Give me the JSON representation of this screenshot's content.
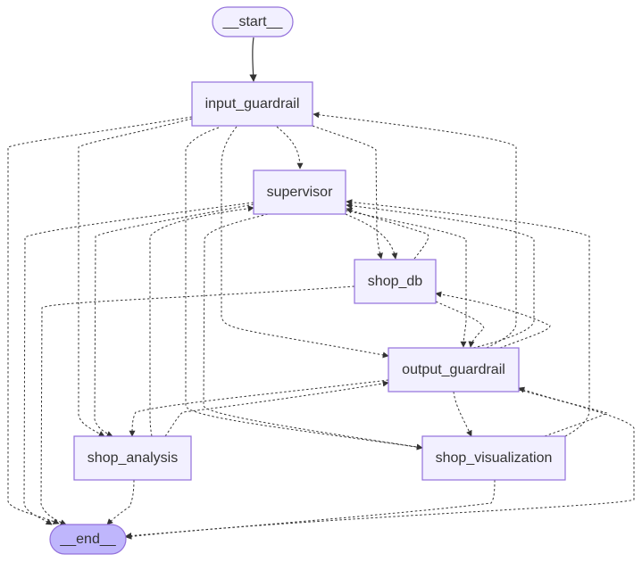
{
  "graph": {
    "nodes": [
      {
        "id": "start",
        "label": "__start__",
        "kind": "terminal"
      },
      {
        "id": "input_guardrail",
        "label": "input_guardrail",
        "kind": "step"
      },
      {
        "id": "supervisor",
        "label": "supervisor",
        "kind": "step"
      },
      {
        "id": "shop_db",
        "label": "shop_db",
        "kind": "step"
      },
      {
        "id": "output_guardrail",
        "label": "output_guardrail",
        "kind": "step"
      },
      {
        "id": "shop_analysis",
        "label": "shop_analysis",
        "kind": "step"
      },
      {
        "id": "shop_visualization",
        "label": "shop_visualization",
        "kind": "step"
      },
      {
        "id": "end",
        "label": "__end__",
        "kind": "terminal"
      }
    ],
    "edges": [
      {
        "from": "start",
        "to": "input_guardrail",
        "style": "solid"
      },
      {
        "from": "input_guardrail",
        "to": "supervisor",
        "style": "dashed"
      },
      {
        "from": "input_guardrail",
        "to": "shop_db",
        "style": "dashed"
      },
      {
        "from": "input_guardrail",
        "to": "output_guardrail",
        "style": "dashed"
      },
      {
        "from": "input_guardrail",
        "to": "shop_analysis",
        "style": "dashed"
      },
      {
        "from": "input_guardrail",
        "to": "shop_visualization",
        "style": "dashed"
      },
      {
        "from": "input_guardrail",
        "to": "end",
        "style": "dashed"
      },
      {
        "from": "supervisor",
        "to": "shop_db",
        "style": "dashed"
      },
      {
        "from": "supervisor",
        "to": "shop_analysis",
        "style": "dashed"
      },
      {
        "from": "supervisor",
        "to": "shop_visualization",
        "style": "dashed"
      },
      {
        "from": "supervisor",
        "to": "output_guardrail",
        "style": "dashed"
      },
      {
        "from": "supervisor",
        "to": "end",
        "style": "dashed"
      },
      {
        "from": "shop_db",
        "to": "supervisor",
        "style": "dashed"
      },
      {
        "from": "shop_db",
        "to": "output_guardrail",
        "style": "dashed"
      },
      {
        "from": "shop_db",
        "to": "end",
        "style": "dashed"
      },
      {
        "from": "output_guardrail",
        "to": "input_guardrail",
        "style": "dashed"
      },
      {
        "from": "output_guardrail",
        "to": "supervisor",
        "style": "dashed"
      },
      {
        "from": "output_guardrail",
        "to": "shop_db",
        "style": "dashed"
      },
      {
        "from": "output_guardrail",
        "to": "shop_analysis",
        "style": "dashed"
      },
      {
        "from": "output_guardrail",
        "to": "shop_visualization",
        "style": "dashed"
      },
      {
        "from": "output_guardrail",
        "to": "end",
        "style": "dashed"
      },
      {
        "from": "shop_analysis",
        "to": "supervisor",
        "style": "dashed"
      },
      {
        "from": "shop_analysis",
        "to": "output_guardrail",
        "style": "dashed"
      },
      {
        "from": "shop_analysis",
        "to": "end",
        "style": "dashed"
      },
      {
        "from": "shop_visualization",
        "to": "supervisor",
        "style": "dashed"
      },
      {
        "from": "shop_visualization",
        "to": "output_guardrail",
        "style": "dashed"
      },
      {
        "from": "shop_visualization",
        "to": "end",
        "style": "dashed"
      }
    ]
  },
  "colors": {
    "node_fill": "#f2f0ff",
    "node_stroke": "#9370db",
    "end_fill": "#bfb6fc",
    "edge": "#333333",
    "label": "#333333"
  }
}
